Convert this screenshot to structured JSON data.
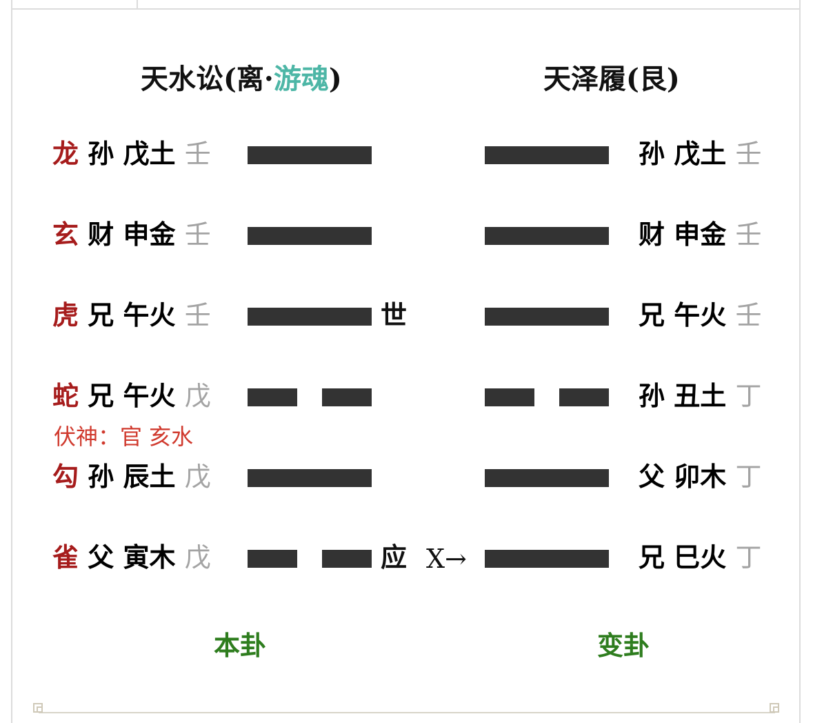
{
  "titles": {
    "left_main": "天水讼(离·",
    "left_teal": "游魂",
    "left_close": ")",
    "right": "天泽履(艮)"
  },
  "rows": [
    {
      "beast": "龙",
      "left_rel": "孙",
      "left_branch": "戊土",
      "left_stem": "壬",
      "left_yang": true,
      "left_mark": "",
      "right_rel": "孙",
      "right_branch": "戊土",
      "right_stem": "壬",
      "right_yang": true
    },
    {
      "beast": "玄",
      "left_rel": "财",
      "left_branch": "申金",
      "left_stem": "壬",
      "left_yang": true,
      "left_mark": "",
      "right_rel": "财",
      "right_branch": "申金",
      "right_stem": "壬",
      "right_yang": true
    },
    {
      "beast": "虎",
      "left_rel": "兄",
      "left_branch": "午火",
      "left_stem": "壬",
      "left_yang": true,
      "left_mark": "世",
      "right_rel": "兄",
      "right_branch": "午火",
      "right_stem": "壬",
      "right_yang": true
    },
    {
      "beast": "蛇",
      "left_rel": "兄",
      "left_branch": "午火",
      "left_stem": "戊",
      "left_yang": false,
      "left_mark": "",
      "right_rel": "孙",
      "right_branch": "丑土",
      "right_stem": "丁",
      "right_yang": false
    },
    {
      "beast": "勾",
      "left_rel": "孙",
      "left_branch": "辰土",
      "left_stem": "戊",
      "left_yang": true,
      "left_mark": "",
      "right_rel": "父",
      "right_branch": "卯木",
      "right_stem": "丁",
      "right_yang": true
    },
    {
      "beast": "雀",
      "left_rel": "父",
      "left_branch": "寅木",
      "left_stem": "戊",
      "left_yang": false,
      "left_mark": "应",
      "right_rel": "兄",
      "right_branch": "巳火",
      "right_stem": "丁",
      "right_yang": true
    }
  ],
  "fushen": "伏神：官  亥水",
  "change_marker": "X→",
  "captions": {
    "left": "本卦",
    "right": "变卦"
  }
}
